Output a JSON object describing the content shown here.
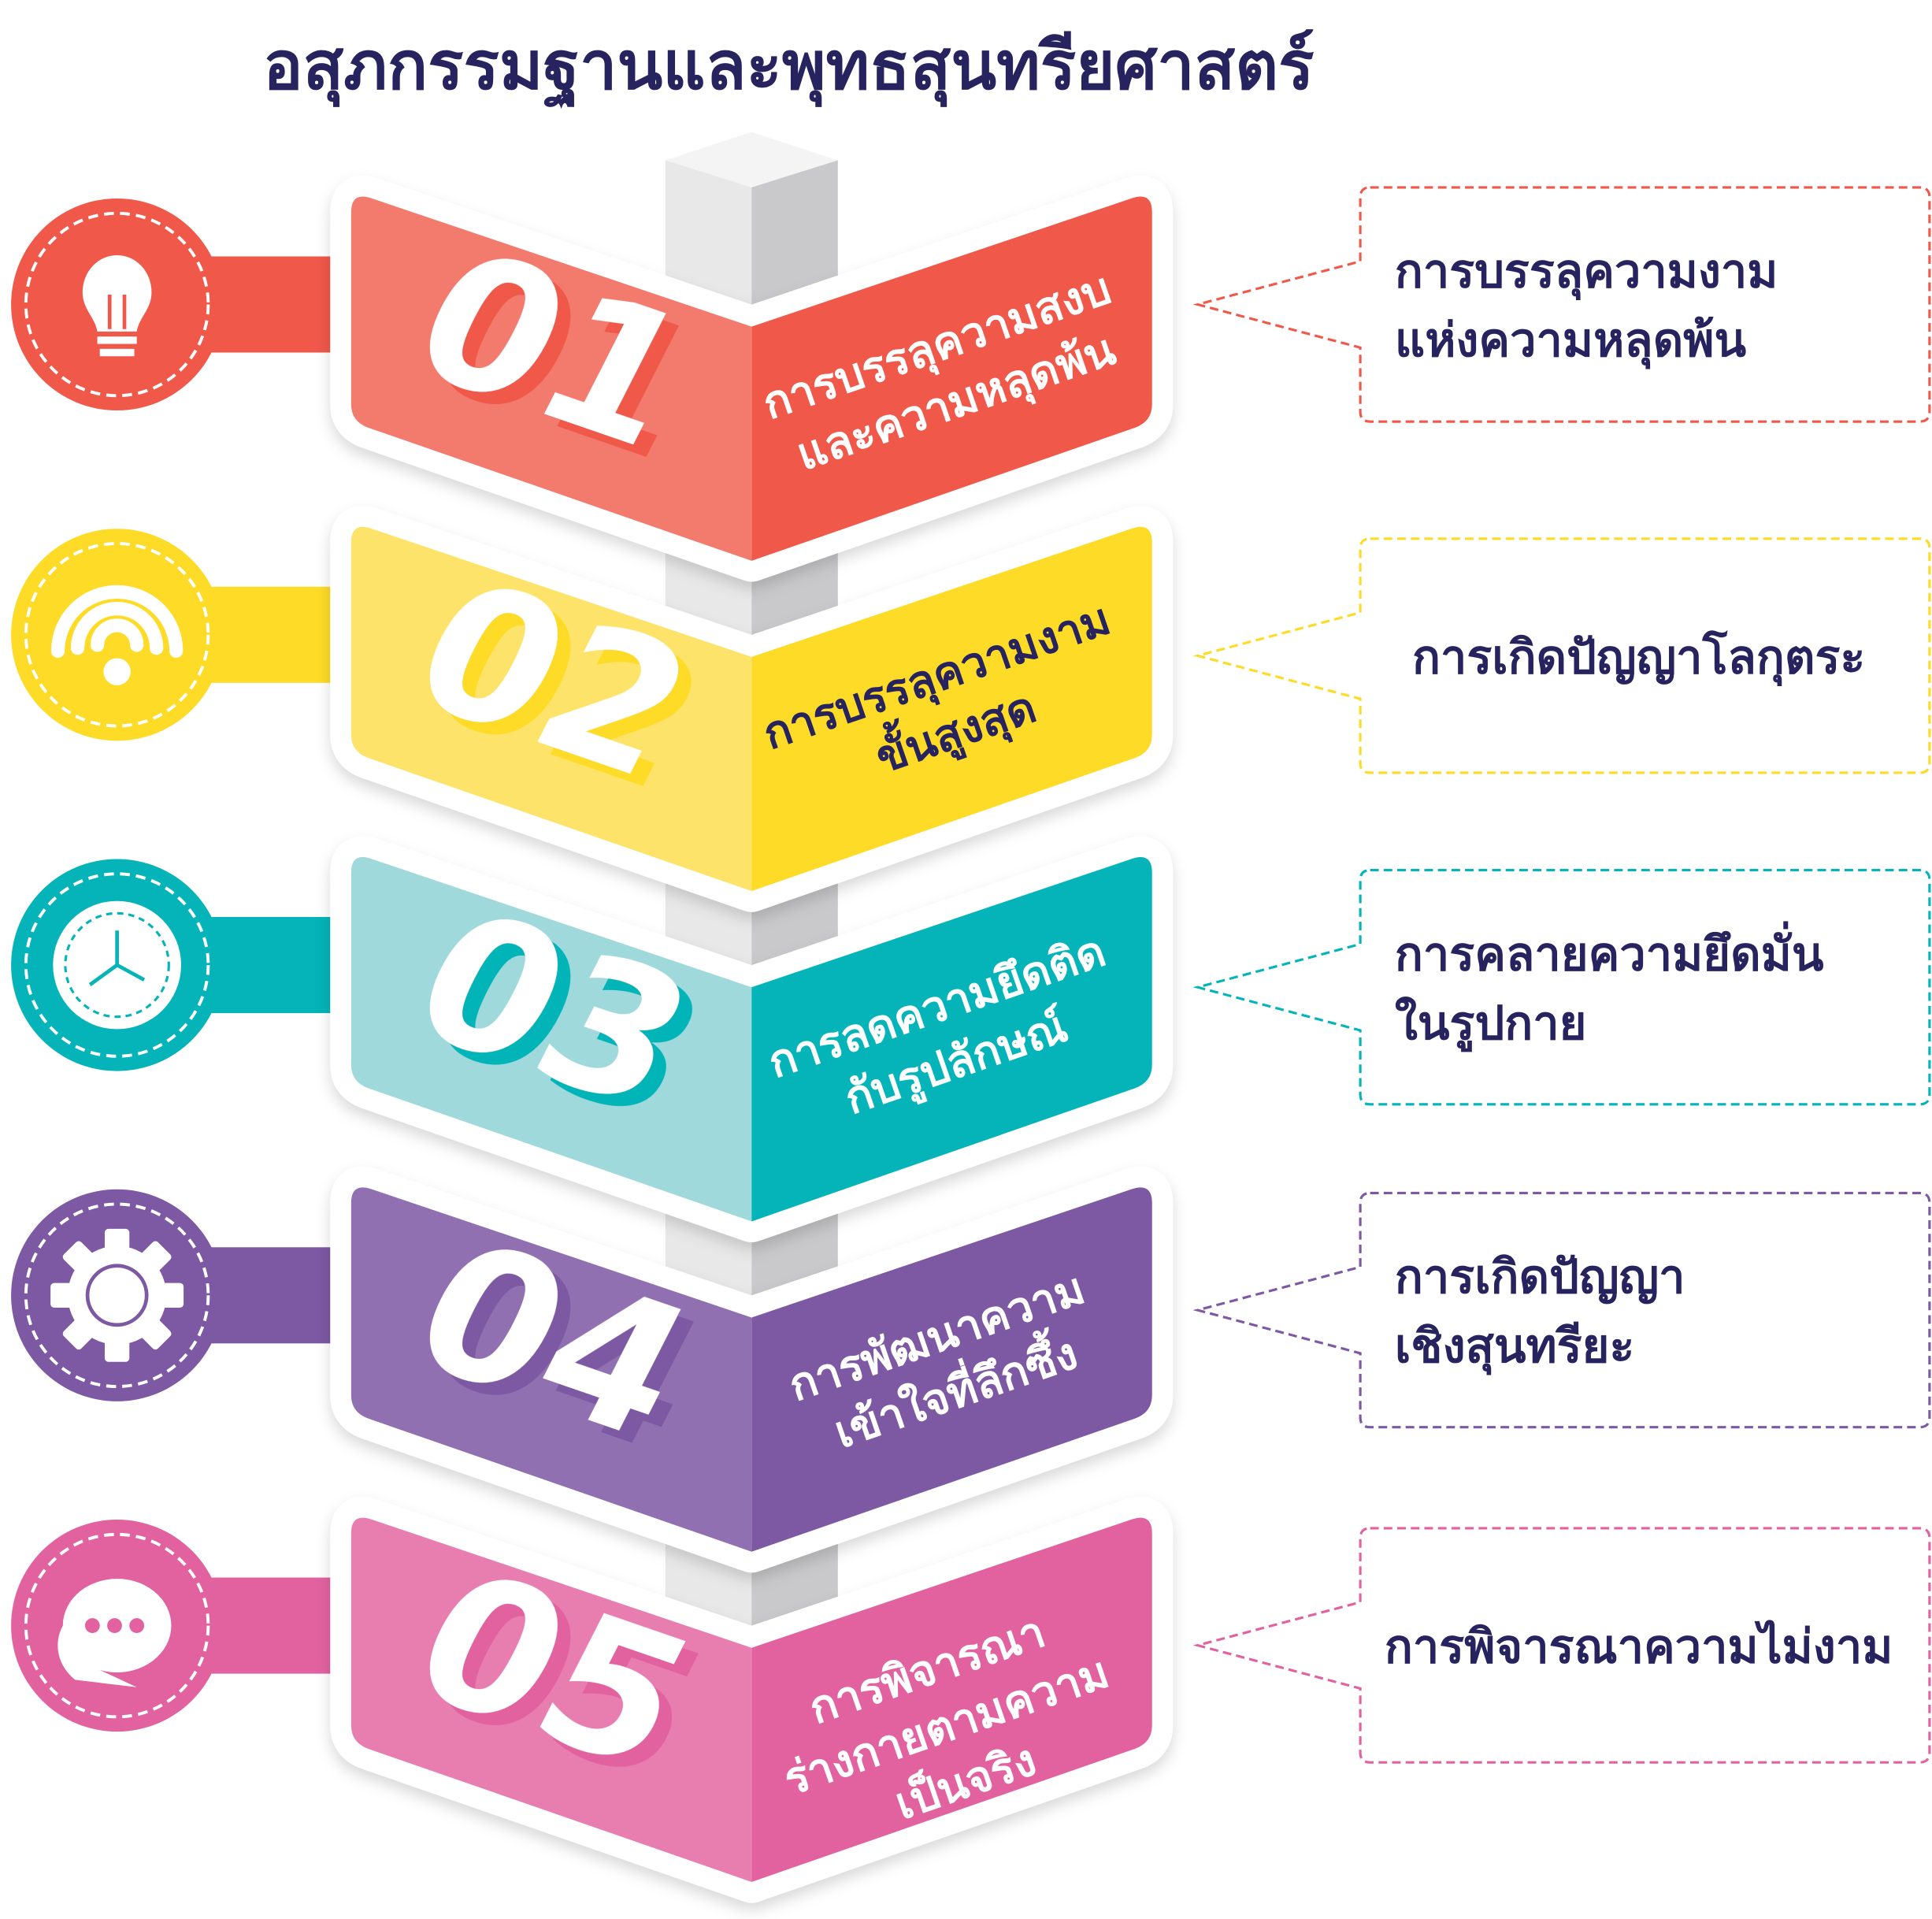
{
  "title": "อสุภกรรมฐานและพุทธสุนทรียศาสตร์",
  "steps": [
    {
      "number": "01",
      "icon": "lightbulb-icon",
      "label_lines": [
        "การบรรลุความสงบ",
        "และความหลุดพ้น"
      ],
      "callout_lines": [
        "การบรรลุความงาม",
        "แห่งความหลุดพ้น"
      ],
      "color": "#f0584a",
      "light": "#f27b6e",
      "text_color": "#ffffff"
    },
    {
      "number": "02",
      "icon": "wifi-icon",
      "label_lines": [
        "การบรรลุความงาม",
        "ขั้นสูงสุด"
      ],
      "callout_lines": [
        "การเกิดปัญญาโลกุตระ"
      ],
      "color": "#fddb26",
      "light": "#fde36a",
      "text_color": "#27235e"
    },
    {
      "number": "03",
      "icon": "clock-icon",
      "label_lines": [
        "การลดความยึดติด",
        "กับรูปลักษณ์"
      ],
      "callout_lines": [
        "การคลายความยึดมั่น",
        "ในรูปกาย"
      ],
      "color": "#04b4b8",
      "light": "#a0d9dc",
      "text_color": "#ffffff"
    },
    {
      "number": "04",
      "icon": "gear-icon",
      "label_lines": [
        "การพัฒนาความ",
        "เข้าใจที่ลึกซึ้ง"
      ],
      "callout_lines": [
        "การเกิดปัญญา",
        "เชิงสุนทรียะ"
      ],
      "color": "#7d58a3",
      "light": "#9170b1",
      "text_color": "#ffffff"
    },
    {
      "number": "05",
      "icon": "chat-bubble-icon",
      "label_lines": [
        "การพิจารณา",
        "ร่างกายตามความ",
        "เป็นจริง"
      ],
      "callout_lines": [
        "การพิจารณาความไม่งาม"
      ],
      "color": "#e262a0",
      "light": "#e87db0",
      "text_color": "#ffffff"
    }
  ],
  "colors": {
    "title": "#27235e",
    "pillar_light": "#e8e8e8",
    "pillar_dark": "#c9c9cb"
  }
}
